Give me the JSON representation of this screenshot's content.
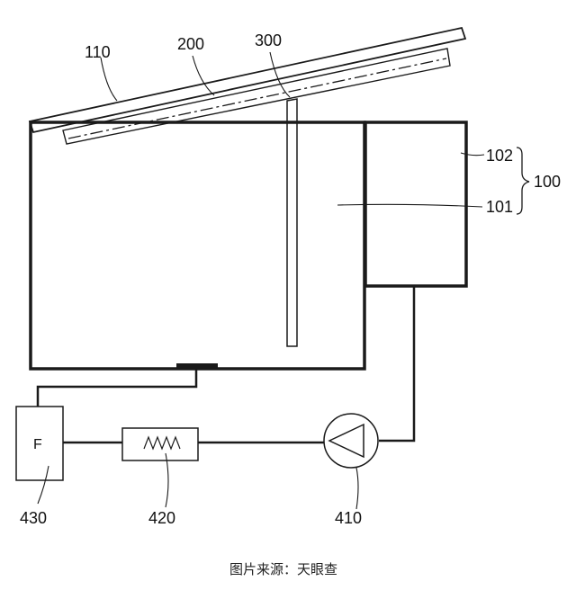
{
  "labels": {
    "l110": "110",
    "l200": "200",
    "l300": "300",
    "l102": "102",
    "l101": "101",
    "l100": "100",
    "l430": "430",
    "l420": "420",
    "l410": "410",
    "filter_letter": "F"
  },
  "caption": "图片来源：天眼查",
  "colors": {
    "stroke": "#1a1a1a",
    "background": "#ffffff"
  }
}
